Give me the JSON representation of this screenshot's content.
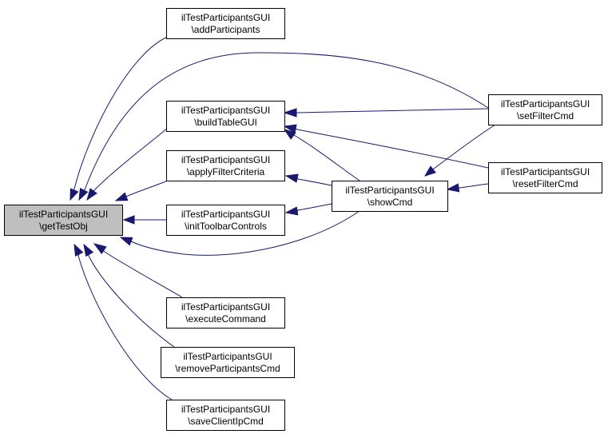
{
  "graph": {
    "colors": {
      "edge": "#191970",
      "focus_fill": "#bfbfbf",
      "node_fill": "#ffffff",
      "border": "#000000"
    },
    "nodes": [
      {
        "id": "getTestObj",
        "line1": "ilTestParticipantsGUI",
        "line2": "\\getTestObj",
        "focus": true
      },
      {
        "id": "addParticipants",
        "line1": "ilTestParticipantsGUI",
        "line2": "\\addParticipants"
      },
      {
        "id": "buildTableGUI",
        "line1": "ilTestParticipantsGUI",
        "line2": "\\buildTableGUI"
      },
      {
        "id": "applyFilterCriteria",
        "line1": "ilTestParticipantsGUI",
        "line2": "\\applyFilterCriteria"
      },
      {
        "id": "initToolbarControls",
        "line1": "ilTestParticipantsGUI",
        "line2": "\\initToolbarControls"
      },
      {
        "id": "executeCommand",
        "line1": "ilTestParticipantsGUI",
        "line2": "\\executeCommand"
      },
      {
        "id": "removeParticipantsCmd",
        "line1": "ilTestParticipantsGUI",
        "line2": "\\removeParticipantsCmd"
      },
      {
        "id": "saveClientIpCmd",
        "line1": "ilTestParticipantsGUI",
        "line2": "\\saveClientIpCmd"
      },
      {
        "id": "showCmd",
        "line1": "ilTestParticipantsGUI",
        "line2": "\\showCmd"
      },
      {
        "id": "setFilterCmd",
        "line1": "ilTestParticipantsGUI",
        "line2": "\\setFilterCmd"
      },
      {
        "id": "resetFilterCmd",
        "line1": "ilTestParticipantsGUI",
        "line2": "\\resetFilterCmd"
      }
    ],
    "edges": [
      {
        "from": "addParticipants",
        "to": "getTestObj"
      },
      {
        "from": "setFilterCmd",
        "to": "getTestObj"
      },
      {
        "from": "buildTableGUI",
        "to": "getTestObj"
      },
      {
        "from": "applyFilterCriteria",
        "to": "getTestObj"
      },
      {
        "from": "initToolbarControls",
        "to": "getTestObj"
      },
      {
        "from": "showCmd",
        "to": "getTestObj"
      },
      {
        "from": "executeCommand",
        "to": "getTestObj"
      },
      {
        "from": "removeParticipantsCmd",
        "to": "getTestObj"
      },
      {
        "from": "saveClientIpCmd",
        "to": "getTestObj"
      },
      {
        "from": "setFilterCmd",
        "to": "buildTableGUI"
      },
      {
        "from": "resetFilterCmd",
        "to": "buildTableGUI"
      },
      {
        "from": "showCmd",
        "to": "buildTableGUI"
      },
      {
        "from": "showCmd",
        "to": "applyFilterCriteria"
      },
      {
        "from": "showCmd",
        "to": "initToolbarControls"
      },
      {
        "from": "setFilterCmd",
        "to": "showCmd"
      },
      {
        "from": "resetFilterCmd",
        "to": "showCmd"
      }
    ]
  }
}
